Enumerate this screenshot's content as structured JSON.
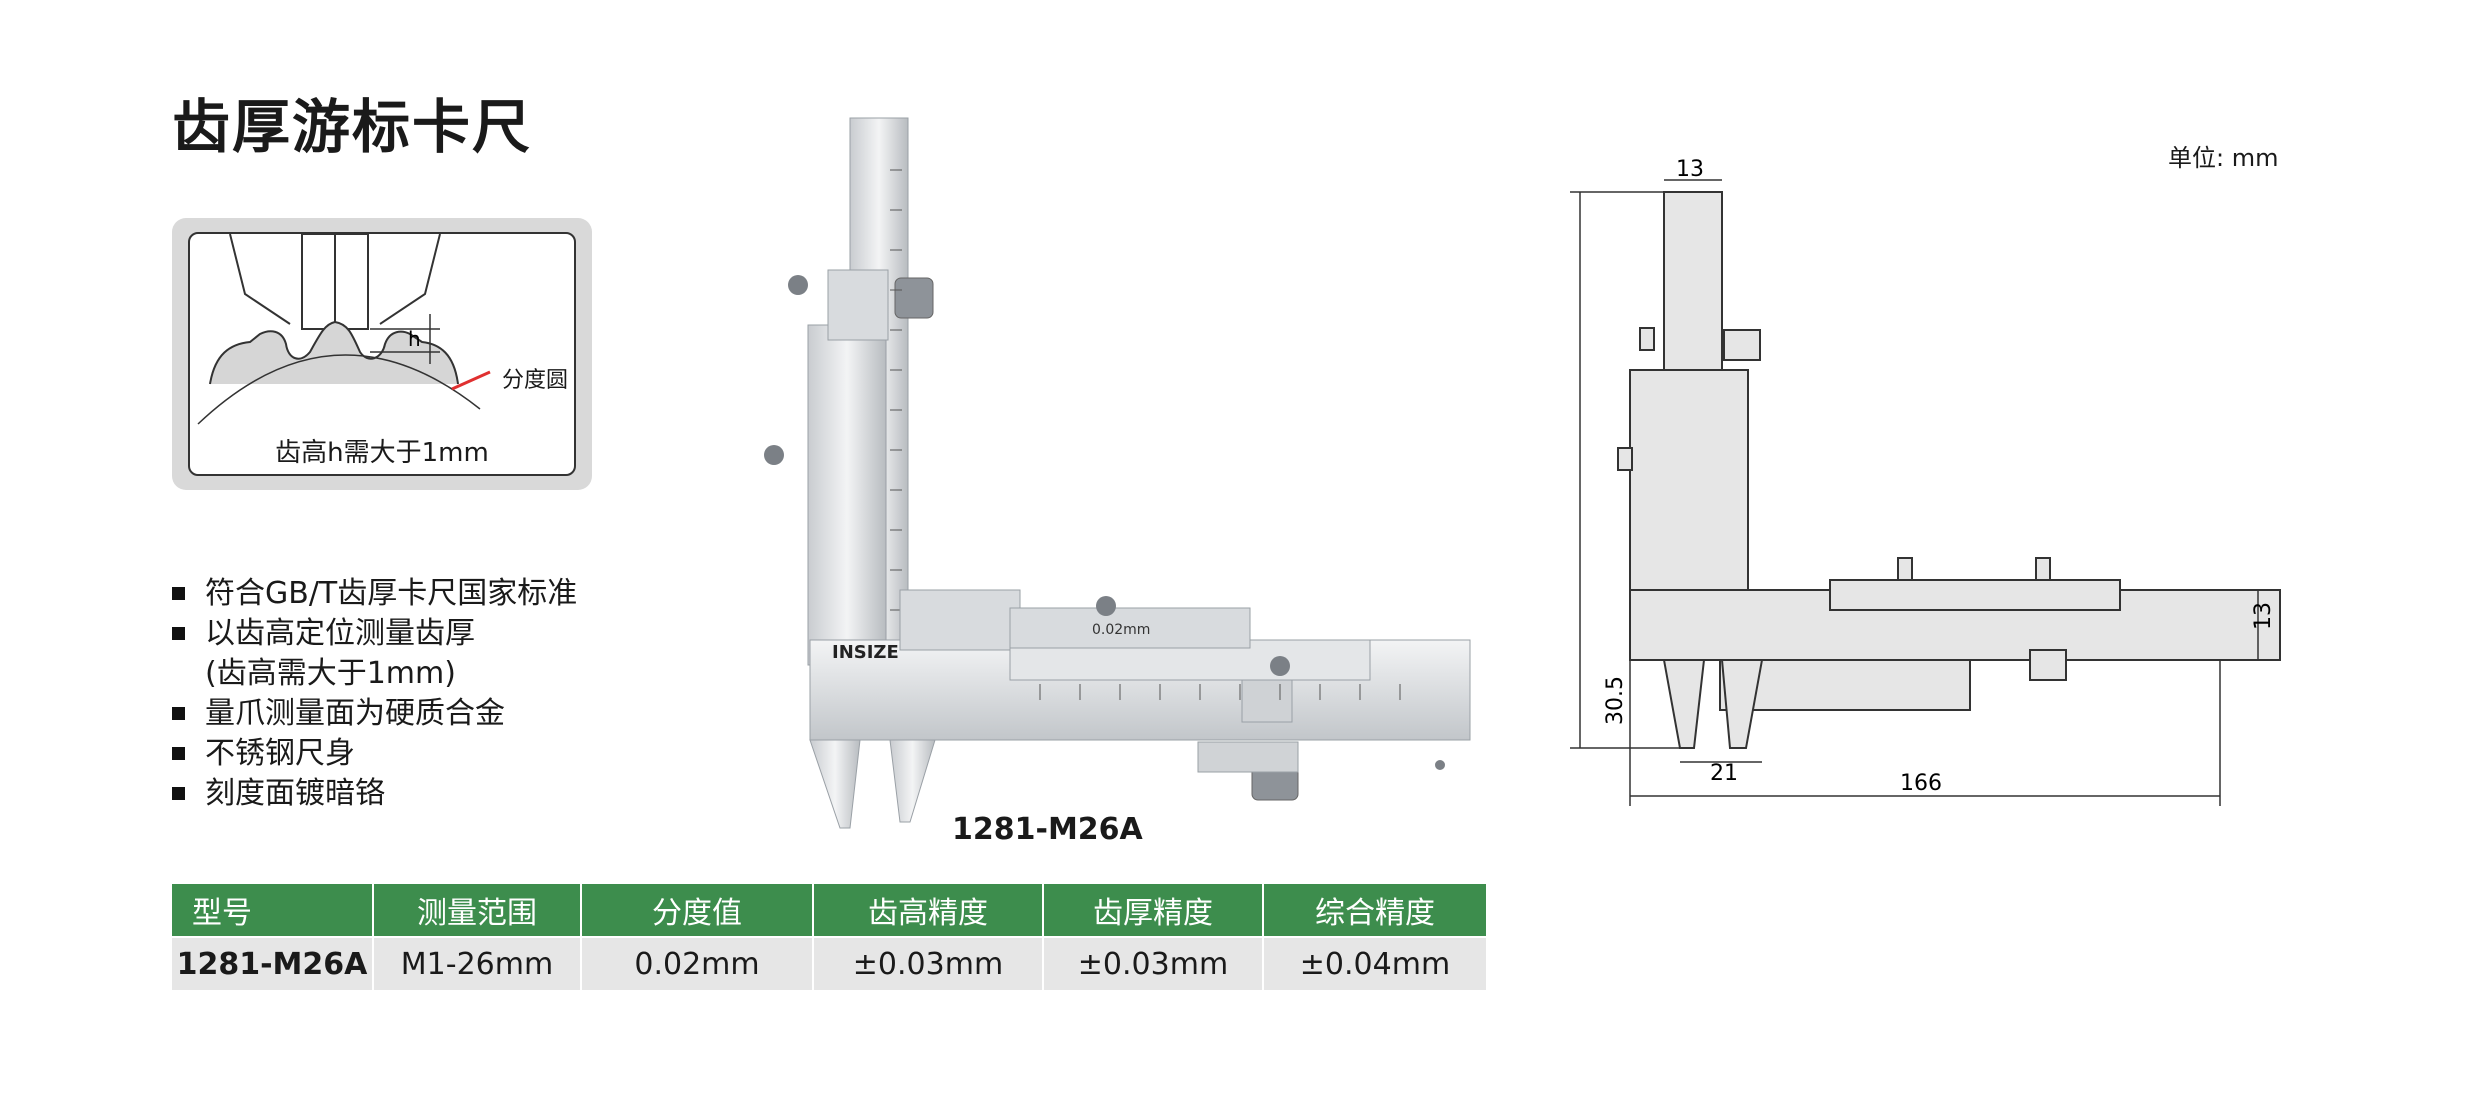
{
  "title": "齿厚游标卡尺",
  "unit_label": "单位: mm",
  "gear_diagram": {
    "h_label": "h",
    "pitch_circle_label": "分度圆",
    "caption": "齿高h需大于1mm"
  },
  "features": [
    "符合GB/T齿厚卡尺国家标准",
    "以齿高定位测量齿厚",
    "(齿高需大于1mm)",
    "量爪测量面为硬质合金",
    "不锈钢尺身",
    "刻度面镀暗铬"
  ],
  "product_photo": {
    "model_caption": "1281-M26A",
    "brand": "INSIZE",
    "vernier_label": "0.02mm"
  },
  "drawing": {
    "dim_top_width": "13",
    "dim_height": "166",
    "dim_beam_height": "13",
    "dim_jaw_height": "30.5",
    "dim_jaw_width": "21",
    "dim_length": "166"
  },
  "table": {
    "headers": [
      "型号",
      "测量范围",
      "分度值",
      "齿高精度",
      "齿厚精度",
      "综合精度"
    ],
    "rows": [
      [
        "1281-M26A",
        "M1-26mm",
        "0.02mm",
        "±0.03mm",
        "±0.03mm",
        "±0.04mm"
      ]
    ]
  },
  "colors": {
    "table_header": "#3d8d4d",
    "table_row": "#e6e6e6",
    "pitch_line": "#e03030"
  }
}
